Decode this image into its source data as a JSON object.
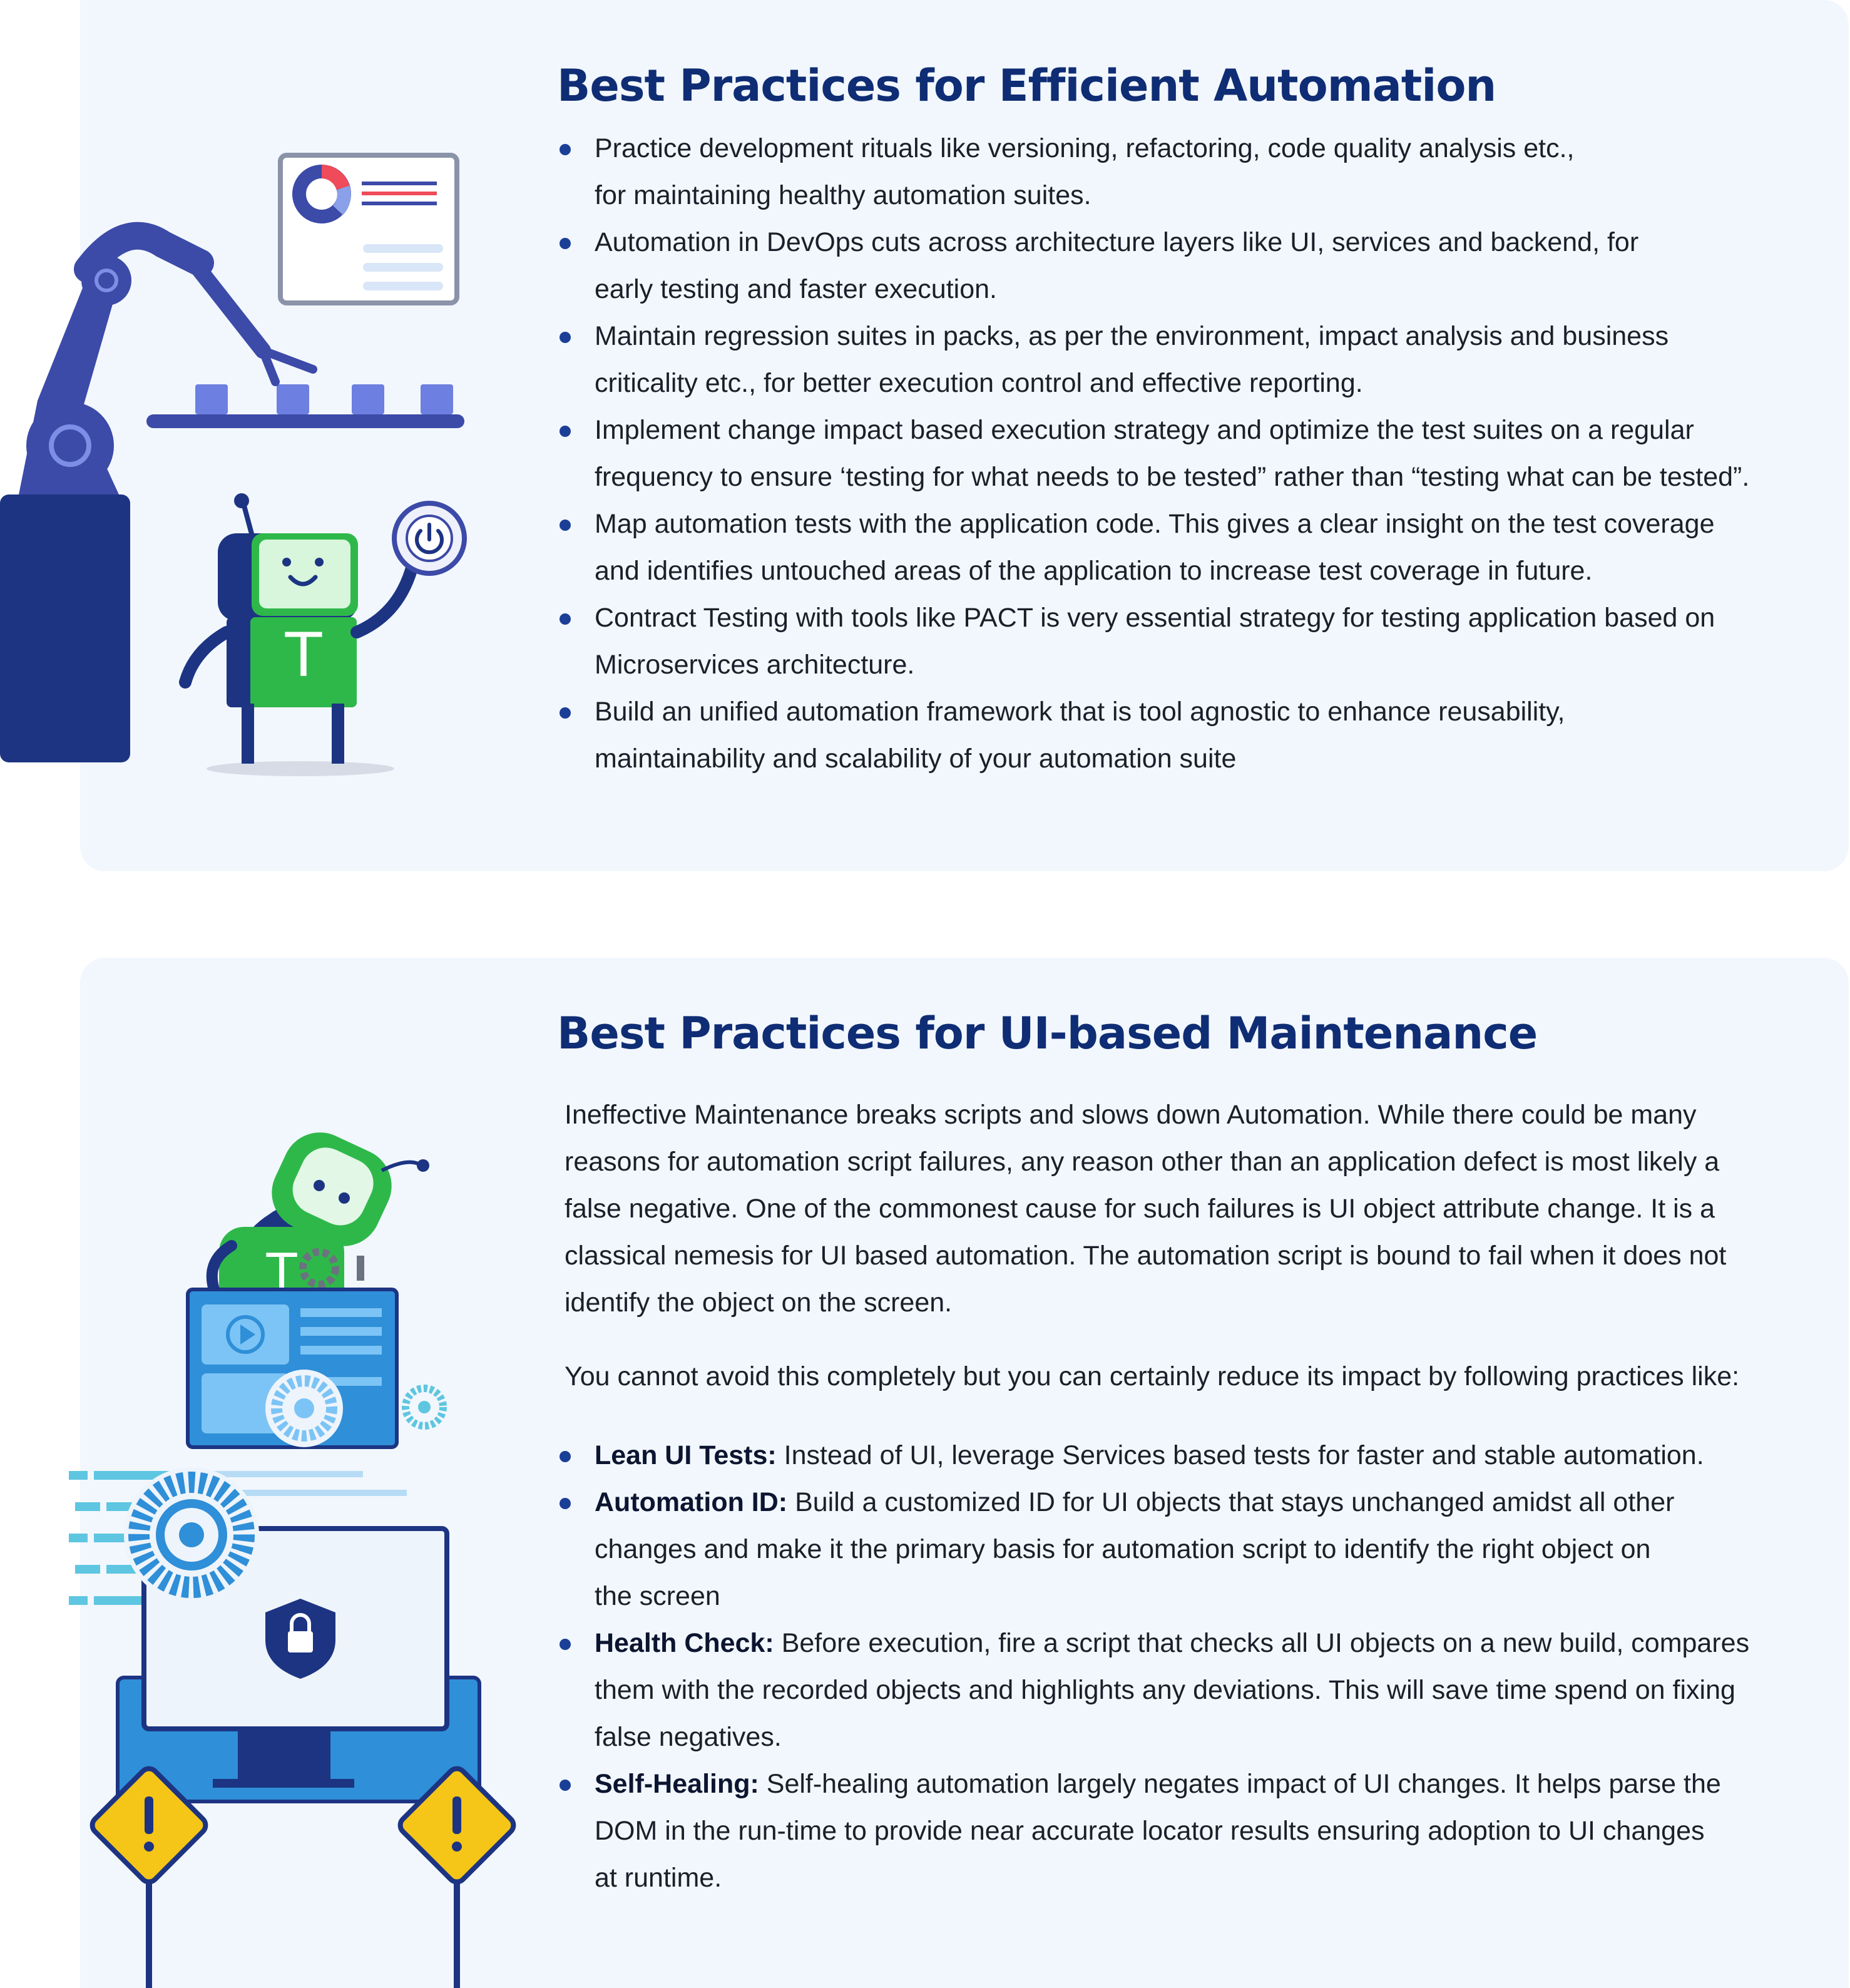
{
  "section1": {
    "title": "Best Practices for Efficient Automation",
    "bullets": [
      "Practice development rituals like versioning, refactoring, code quality analysis etc.,",
      "for maintaining healthy automation suites.",
      "Automation in DevOps cuts across architecture layers like UI, services and backend, for",
      "early testing and faster execution.",
      "Maintain regression suites in packs, as per the environment, impact analysis and business",
      "criticality etc., for better execution control and effective reporting.",
      "Implement change impact based execution strategy and optimize the test suites on a regular",
      "frequency to ensure ‘testing for what needs to be tested” rather than “testing what can be tested”.",
      "Map automation tests with the application code. This gives a clear insight on the test coverage",
      "and identifies untouched areas of the application to increase test coverage in future.",
      "Contract Testing with tools like PACT is very essential strategy for testing application based on",
      "Microservices architecture.",
      "Build an unified automation framework that is tool agnostic to enhance reusability,",
      "maintainability and scalability of your automation suite"
    ]
  },
  "section2": {
    "title": "Best Practices for UI-based Maintenance",
    "intro": [
      "Ineffective Maintenance breaks scripts and slows down Automation. While there could be many",
      "reasons for automation script failures, any reason other than an application defect is most likely a",
      "false negative. One of the commonest cause for such failures is UI object attribute change. It is a",
      "classical nemesis for UI based automation. The automation script is bound to fail when it does not",
      "identify the object on the screen."
    ],
    "lead": "You cannot avoid this completely but you can certainly reduce its impact by following practices like:",
    "items": [
      {
        "term": "Lean UI Tests:",
        "lines": [
          " Instead of UI, leverage Services based tests for faster and stable automation."
        ]
      },
      {
        "term": "Automation ID:",
        "lines": [
          " Build a customized ID for UI objects that stays unchanged amidst all other",
          "changes and make it the primary basis for automation script to identify the right object on",
          "the screen"
        ]
      },
      {
        "term": "Health Check:",
        "lines": [
          " Before execution, fire a script that checks all UI objects on a new build, compares",
          "them with the recorded objects and highlights any deviations. This will save time spend on fixing",
          "false negatives."
        ]
      },
      {
        "term": "Self-Healing:",
        "lines": [
          " Self-healing automation largely negates impact of UI changes. It helps parse the",
          "DOM in the run-time to provide near accurate locator results ensuring adoption to UI changes",
          "at runtime."
        ]
      }
    ],
    "robot_letter": "T"
  },
  "robot1_letter": "T",
  "colors": {
    "title": "#0f2d74",
    "card_bg": "#f2f7fd",
    "bullet": "#1b3f97",
    "robot_green": "#2fb84a",
    "arm_blue": "#3c4aa8",
    "screen_blue": "#3aa3ec",
    "warning_yellow": "#f5c518"
  }
}
